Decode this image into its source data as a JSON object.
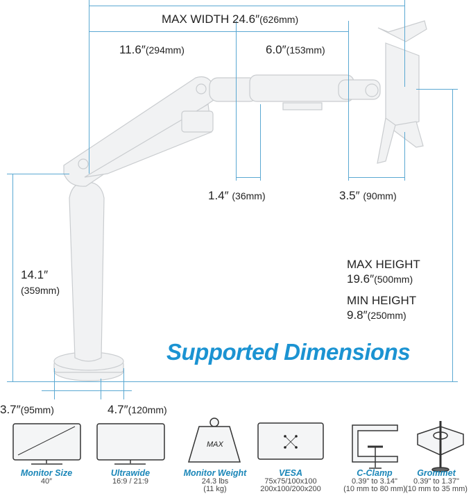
{
  "dimensions": {
    "max_width": {
      "label": "MAX WIDTH 24.6″",
      "metric": "(626mm)"
    },
    "arm_seg1": {
      "label": "11.6″",
      "metric": "(294mm)"
    },
    "arm_seg2": {
      "label": "6.0″",
      "metric": "(153mm)"
    },
    "joint_offset": {
      "label": "1.4″",
      "metric": "(36mm)"
    },
    "vesa_offset": {
      "label": "3.5″",
      "metric": "(90mm)"
    },
    "pole_height": {
      "label": "14.1″",
      "metric": "(359mm)"
    },
    "max_height": {
      "label": "MAX HEIGHT",
      "value": "19.6″",
      "metric": "(500mm)"
    },
    "min_height": {
      "label": "MIN HEIGHT",
      "value": "9.8″",
      "metric": "(250mm)"
    },
    "base_left": {
      "label": "3.7″",
      "metric": "(95mm)"
    },
    "base_right": {
      "label": "4.7″",
      "metric": "(120mm)"
    }
  },
  "title": "Supported Dimensions",
  "colors": {
    "accent": "#1b93d2",
    "dimension_line": "#5aa8d2",
    "caption_title": "#1a86b8"
  },
  "specs": [
    {
      "icon": "monitor-diagonal-icon",
      "title": "Monitor Size",
      "line1": "40″",
      "line2": ""
    },
    {
      "icon": "ultrawide-monitor-icon",
      "title": "Ultrawide",
      "line1": "16:9 / 21:9",
      "line2": ""
    },
    {
      "icon": "weight-icon",
      "icon_text": "MAX",
      "title": "Monitor Weight",
      "line1": "24.3 lbs",
      "line2": "(11 kg)"
    },
    {
      "icon": "vesa-icon",
      "title": "VESA",
      "line1": "75x75/100x100",
      "line2": "200x100/200x200"
    },
    {
      "icon": "c-clamp-icon",
      "title": "C-Clamp",
      "line1": "0.39\" to 3.14\"",
      "line2": "(10 mm to 80 mm)"
    },
    {
      "icon": "grommet-icon",
      "title": "Grommet",
      "line1": "0.39\" to 1.37\"",
      "line2": "(10 mm to 35 mm)"
    }
  ]
}
